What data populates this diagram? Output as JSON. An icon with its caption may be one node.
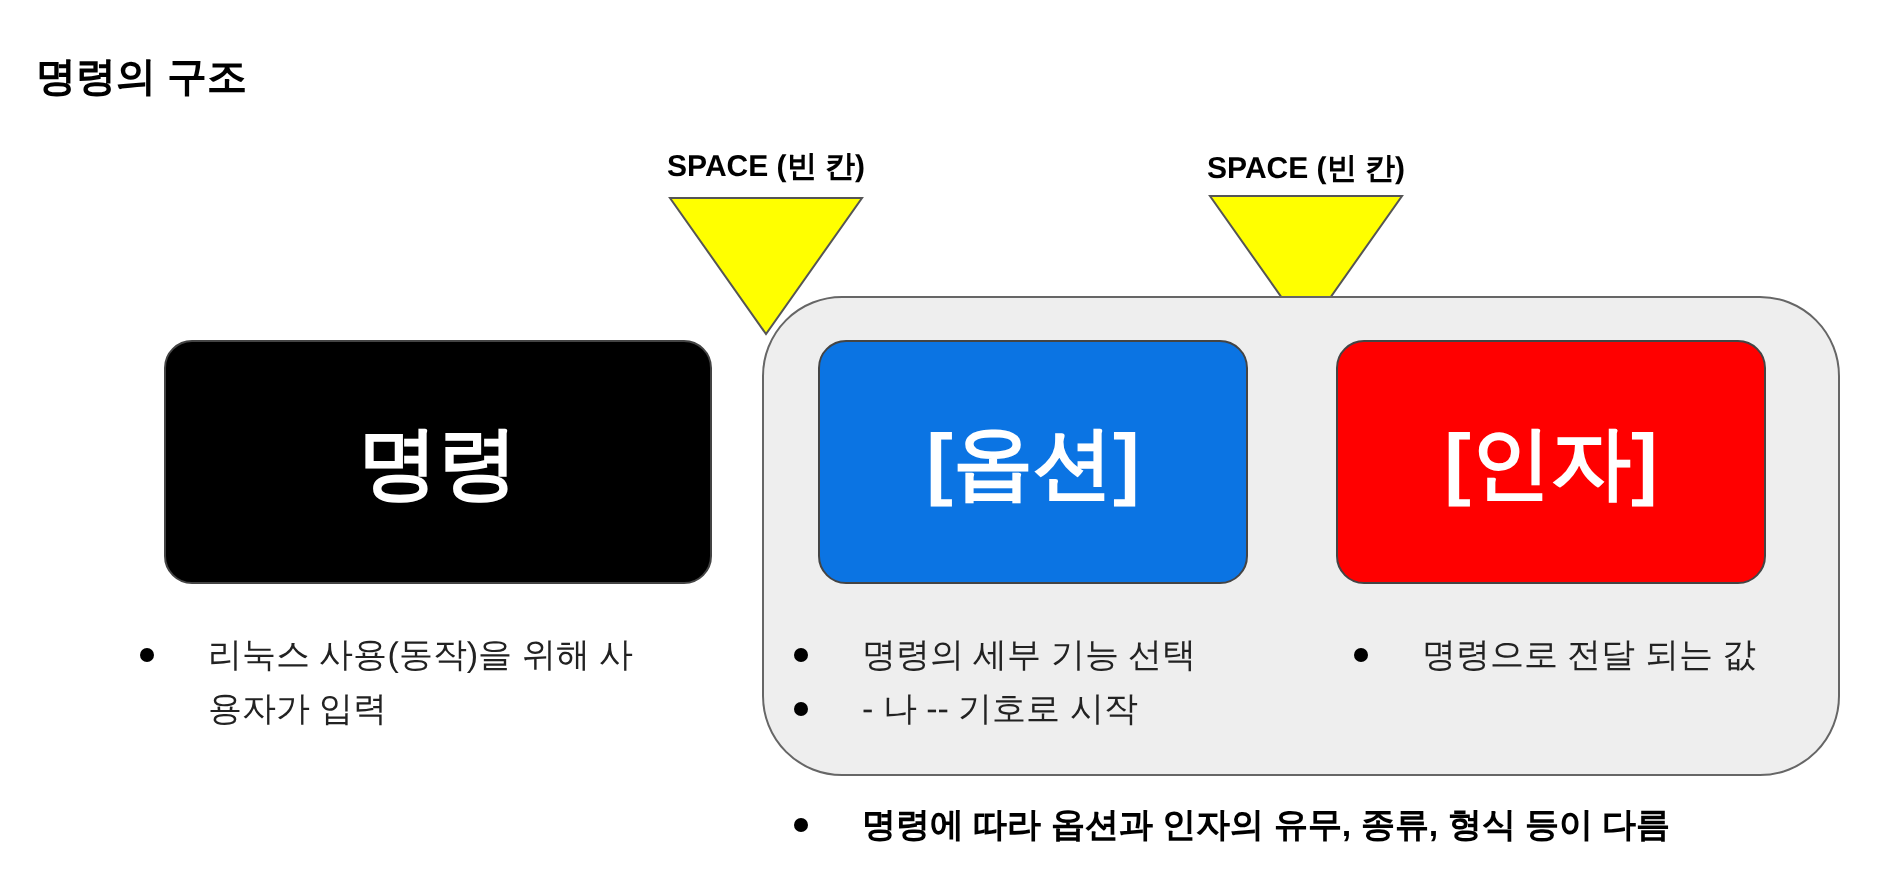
{
  "diagram": {
    "title": "명령의 구조",
    "nodes": [
      {
        "text": [
          "SPACE (빈 칸)"
        ]
      },
      {
        "text": [
          "SPACE (빈 칸)"
        ]
      },
      {
        "text": [
          "명령"
        ],
        "beside": [
          "리눅스 사용(동작)을 위해 사용자가 입력"
        ]
      },
      {
        "text": [],
        "shape": "box"
      },
      {
        "text": [
          "[옵션]"
        ],
        "in": 3,
        "beside": [
          "명령의 세부 기능 선택",
          "- 나 -- 기호로 시작"
        ]
      },
      {
        "text": [
          "[인자]"
        ],
        "in": 3,
        "beside": [
          "명령으로 전달 되는 값"
        ]
      }
    ],
    "labels": [
      "명령에 따라 옵션과 인자의 유무, 종류, 형식 등이 다름"
    ]
  }
}
